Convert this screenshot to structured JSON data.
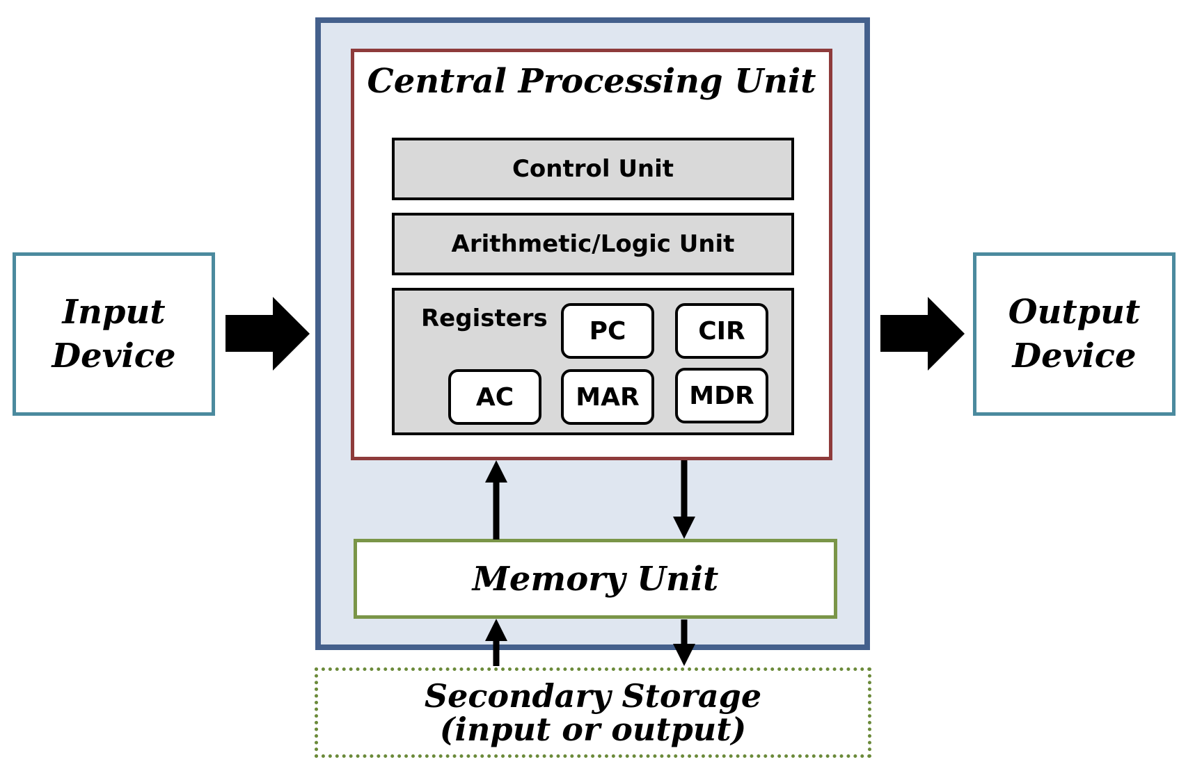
{
  "input_device": {
    "label": "Input\nDevice"
  },
  "output_device": {
    "label": "Output\nDevice"
  },
  "cpu": {
    "title": "Central Processing Unit",
    "control_unit": "Control Unit",
    "alu": "Arithmetic/Logic Unit",
    "registers": {
      "label": "Registers",
      "items": [
        "PC",
        "CIR",
        "AC",
        "MAR",
        "MDR"
      ]
    }
  },
  "memory_unit": {
    "label": "Memory Unit"
  },
  "secondary_storage": {
    "label": "Secondary Storage\n(input or output)"
  },
  "colors": {
    "computer_border": "#44608c",
    "computer_fill": "#dfe6f0",
    "cpu_border": "#8e3b3b",
    "memory_border": "#7a9548",
    "storage_border": "#6b8a3a",
    "io_border": "#4b8a9e",
    "unit_fill": "#d9d9d9"
  }
}
